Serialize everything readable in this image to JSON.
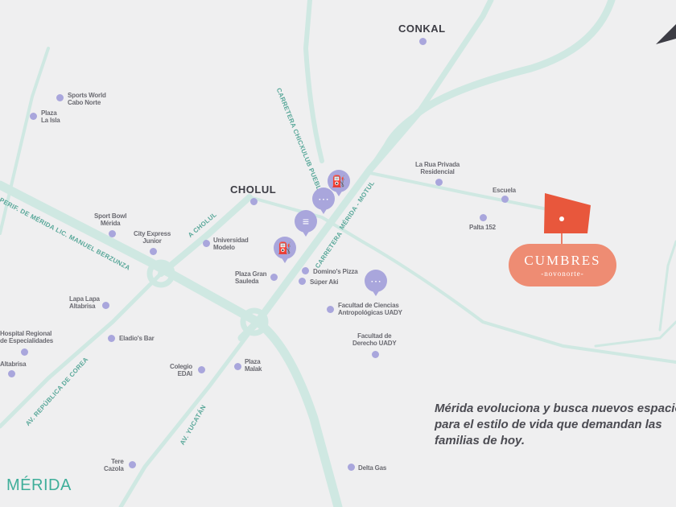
{
  "towns": {
    "conkal": "CONKAL",
    "cholul": "CHOLUL"
  },
  "city": "MÉRIDA",
  "tagline": "Mérida evoluciona y busca nuevos espacios para el estilo de vida que demandan las familias de hoy.",
  "development": {
    "name": "CUMBRES",
    "subtitle": "novonorte"
  },
  "roads": {
    "chicxulub": "CARRETERA CHICXULUB PUEBLO",
    "merida_motul": "MÉRIDA - MOTUL",
    "carretera": "CARRETERA",
    "periferico": "PERIF. DE MÉRIDA LIC. MANUEL BERZUNZA",
    "a_cholul": "A CHOLUL",
    "republica_corea": "AV. REPÚBLICA DE COREA",
    "yucatan": "AV. YUCATÁN"
  },
  "pois": {
    "sports_world": [
      "Sports World",
      "Cabo Norte"
    ],
    "plaza_la_isla": [
      "Plaza",
      "La Isla"
    ],
    "la_rua": [
      "La Rua Privada",
      "Residencial"
    ],
    "escuela": [
      "Escuela"
    ],
    "palta": [
      "Palta 152"
    ],
    "sport_bowl": [
      "Sport Bowl",
      "Mérida"
    ],
    "city_express": [
      "City Express",
      "Junior"
    ],
    "universidad_modelo": [
      "Universidad",
      "Modelo"
    ],
    "plaza_gran_santa_fe": [
      "Plaza Gran",
      "Sauleda"
    ],
    "dominos": [
      "Domino's Pizza"
    ],
    "super_aki": [
      "Súper Aki"
    ],
    "lapa_lapa": [
      "Lapa Lapa",
      "Altabrisa"
    ],
    "facultad_antropologicas": [
      "Facultad de Ciencias",
      "Antropológicas UADY"
    ],
    "hospital": [
      "Hospital Regional",
      "de Especialidades"
    ],
    "eladios": [
      "Eladio's Bar"
    ],
    "facultad_derecho": [
      "Facultad de",
      "Derecho UADY"
    ],
    "altabrisa": [
      "Altabrisa"
    ],
    "colegio": [
      "Colegio",
      "EDAI"
    ],
    "plaza_malak": [
      "Plaza",
      "Malak"
    ],
    "tere_cazola": [
      "Tere",
      "Cazola"
    ],
    "delta_gas": [
      "Delta Gas"
    ]
  },
  "icons": [
    "gas-station-icon",
    "traffic-light-icon",
    "store-icon"
  ],
  "colors": {
    "road": "#cfe8e2",
    "poi": "#a9a6dc",
    "parcel": "#e8573c",
    "badge": "#ee8c73",
    "city": "#3fae9a"
  }
}
